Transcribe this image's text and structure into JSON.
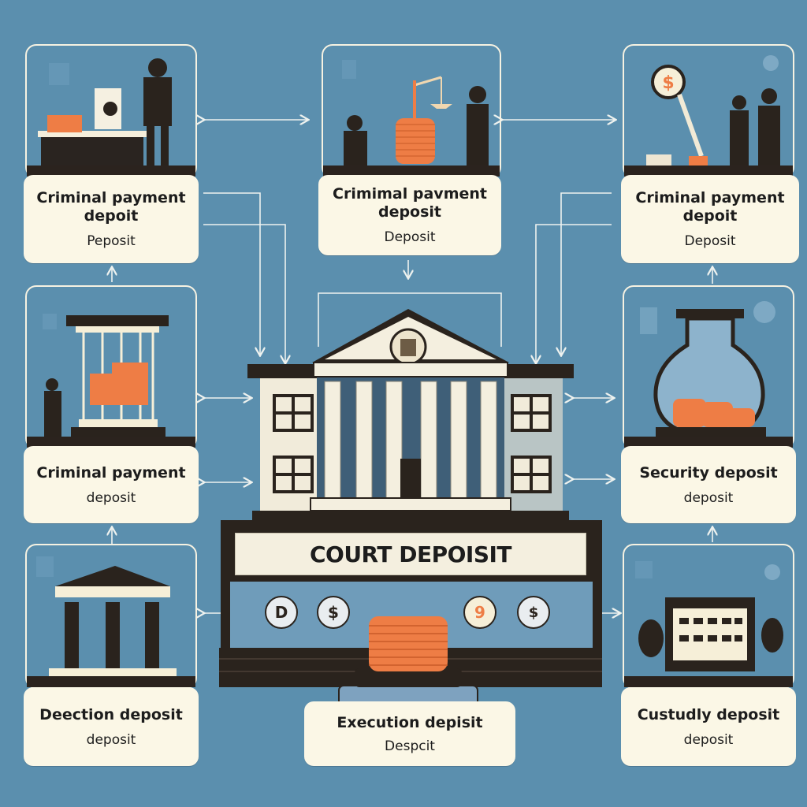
{
  "diagram": {
    "center_title": "COURT DEPOISIT",
    "nodes": [
      {
        "id": "top-left",
        "title": "Criminal payment\ndepoit",
        "subtitle": "Peposit"
      },
      {
        "id": "top-center",
        "title": "Crimimal pavment\ndeposit",
        "subtitle": "Deposit"
      },
      {
        "id": "top-right",
        "title": "Criminal payment\ndepoit",
        "subtitle": "Deposit"
      },
      {
        "id": "middle-left",
        "title": "Criminal payment",
        "subtitle": "deposit"
      },
      {
        "id": "middle-right",
        "title": "Security deposit",
        "subtitle": "deposit"
      },
      {
        "id": "bottom-left",
        "title": "Deection deposit",
        "subtitle": "deposit"
      },
      {
        "id": "bottom-center",
        "title": "Execution depisit",
        "subtitle": "Despcit"
      },
      {
        "id": "bottom-right",
        "title": "Custudly deposit",
        "subtitle": "deposit"
      }
    ],
    "icons": {
      "coin_glyphs": [
        "D",
        "$",
        "9",
        "$"
      ]
    },
    "colors": {
      "background": "#5b8fae",
      "card": "#fbf7e6",
      "accent_orange": "#ee7d45",
      "dark": "#2a231d"
    }
  }
}
